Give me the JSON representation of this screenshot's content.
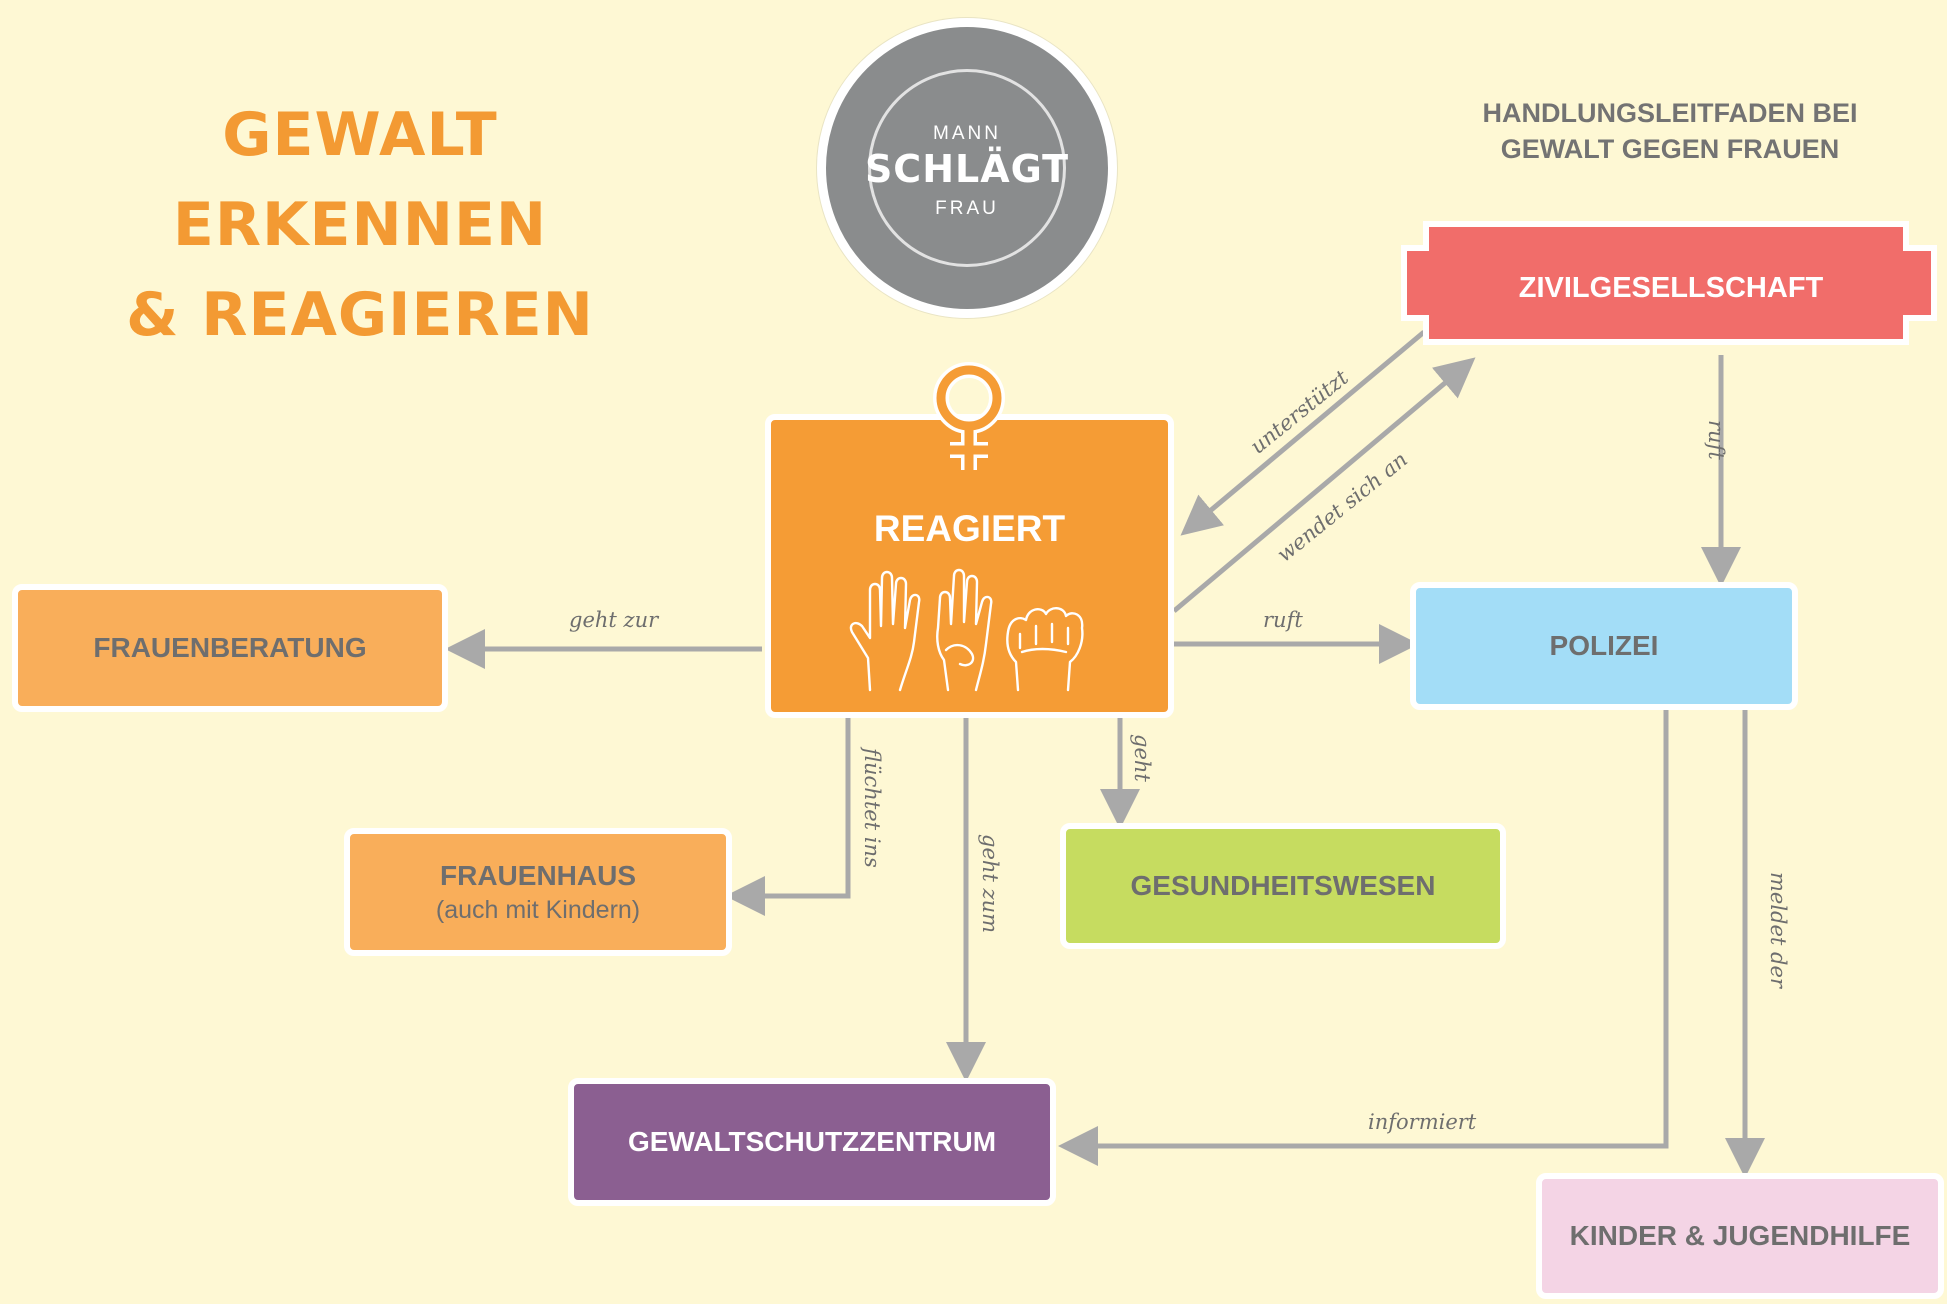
{
  "header": {
    "title_line1": "GEWALT ERKENNEN",
    "title_line2": "& REAGIEREN",
    "subtitle_line1": "HANDLUNGSLEITFADEN BEI",
    "subtitle_line2": "GEWALT GEGEN FRAUEN"
  },
  "logo": {
    "top": "MANN",
    "middle": "SCHLÄGT",
    "bottom": "FRAU"
  },
  "nodes": {
    "reagiert": "REAGIERT",
    "zivilgesellschaft": "ZIVILGESELLSCHAFT",
    "polizei": "POLIZEI",
    "frauenberatung": "FRAUENBERATUNG",
    "frauenhaus": "FRAUENHAUS",
    "frauenhaus_sub": "(auch mit Kindern)",
    "gesundheitswesen": "GESUNDHEITSWESEN",
    "gewaltschutzzentrum": "GEWALTSCHUTZZENTRUM",
    "kinder_jugendhilfe": "KINDER & JUGENDHILFE"
  },
  "edges": {
    "unterstuetzt": "unterstützt",
    "wendet_sich_an": "wendet sich an",
    "ruft_zivil_polizei": "ruft",
    "geht_zur": "geht zur",
    "ruft": "ruft",
    "fluechtet_ins": "flüchtet ins",
    "geht_zum": "geht zum",
    "geht": "geht",
    "meldet_der": "meldet der",
    "informiert": "informiert"
  },
  "colors": {
    "background": "#fef8d4",
    "orange": "#f59c35",
    "light_orange": "#f9ae5a",
    "red": "#f16d6a",
    "blue": "#a3ddf7",
    "green": "#c6dc60",
    "purple": "#8b5f91",
    "pink": "#f4d4e5",
    "arrow": "#a9a9a9"
  },
  "icons": [
    "female-symbol-icon",
    "open-hand-icon",
    "four-fingers-hand-icon",
    "fist-icon"
  ]
}
